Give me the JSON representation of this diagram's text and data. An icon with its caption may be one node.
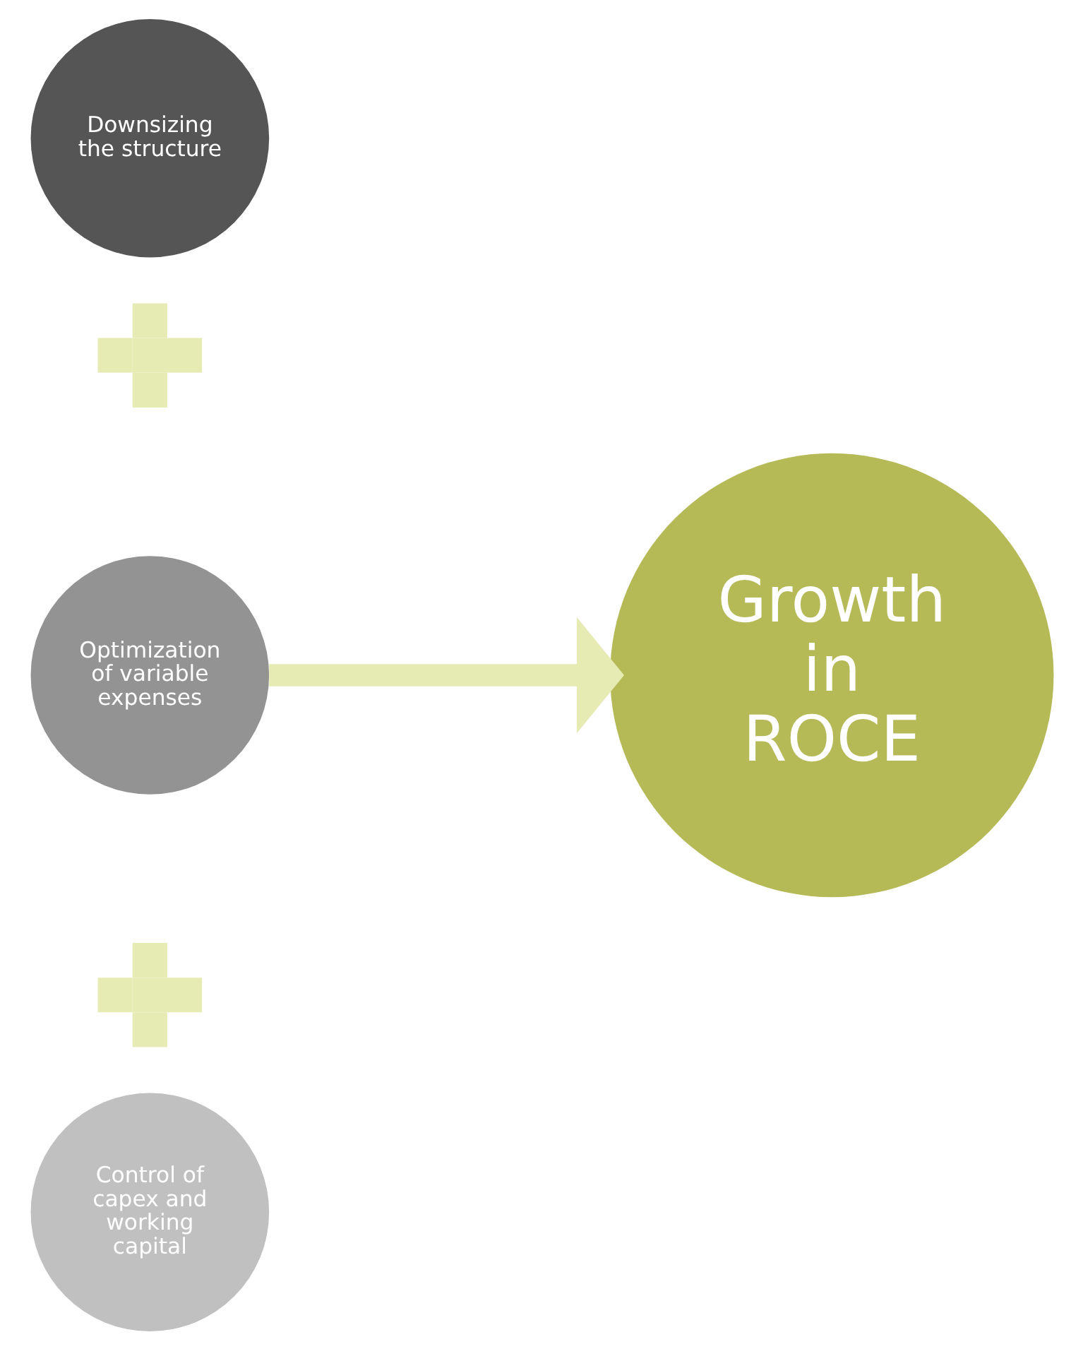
{
  "diagram": {
    "nodes": [
      {
        "text": [
          "Downsizing the structure"
        ]
      },
      {
        "text": [],
        "shape": "plus"
      },
      {
        "text": [
          "Optimization of variable expenses"
        ]
      },
      {
        "text": [],
        "shape": "plus"
      },
      {
        "text": [
          "Control of capex and working capital"
        ]
      },
      {
        "text": [
          "Growth in ROCE"
        ]
      }
    ],
    "edges": [
      {
        "from": 2,
        "to": 5,
        "arrow": "to",
        "color": "#e6ebb3"
      }
    ]
  }
}
